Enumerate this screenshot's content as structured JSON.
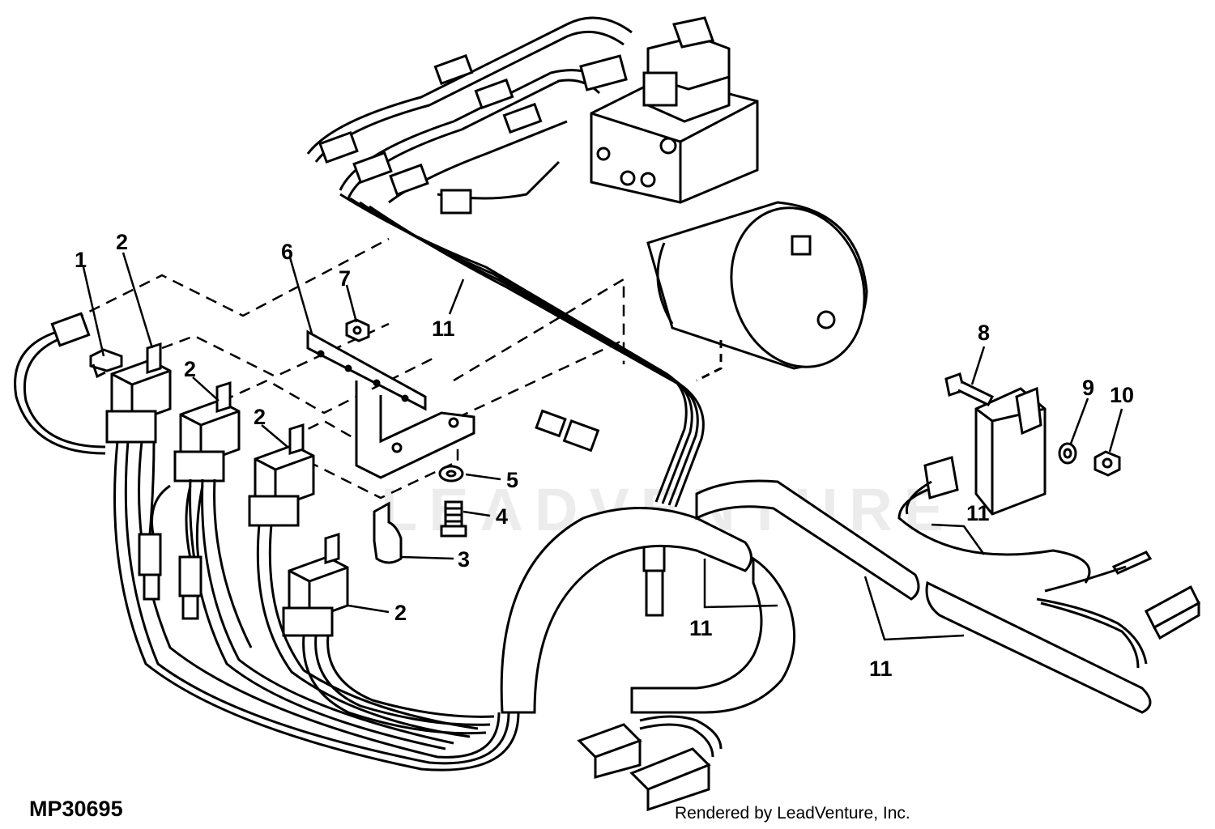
{
  "diagram": {
    "drawing_id": "MP30695",
    "credit": "Rendered by LeadVenture, Inc.",
    "watermark": "LEADVENTURE",
    "callouts": {
      "c1": "1",
      "c2a": "2",
      "c2b": "2",
      "c2c": "2",
      "c2d": "2",
      "c3": "3",
      "c4": "4",
      "c5": "5",
      "c6": "6",
      "c7": "7",
      "c8": "8",
      "c9": "9",
      "c10": "10",
      "c11a": "11",
      "c11b": "11",
      "c11c": "11",
      "c11d": "11"
    }
  }
}
